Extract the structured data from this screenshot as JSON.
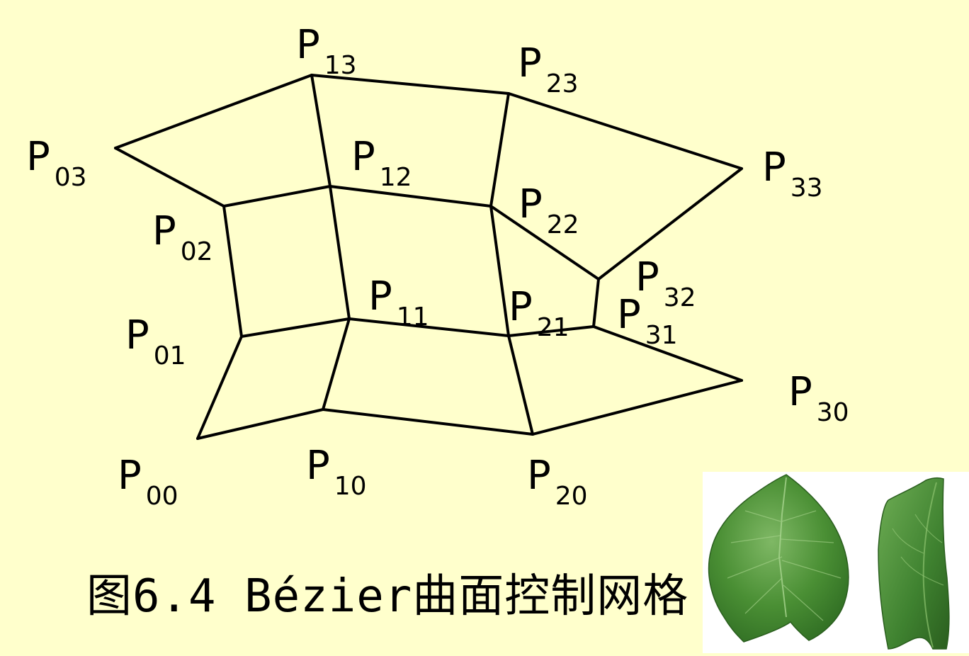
{
  "caption": "图6.4 Bézier曲面控制网格",
  "points": [
    {
      "id": "P00",
      "letter": "P",
      "sub": "00"
    },
    {
      "id": "P10",
      "letter": "P",
      "sub": "10"
    },
    {
      "id": "P20",
      "letter": "P",
      "sub": "20"
    },
    {
      "id": "P30",
      "letter": "P",
      "sub": "30"
    },
    {
      "id": "P01",
      "letter": "P",
      "sub": "01"
    },
    {
      "id": "P11",
      "letter": "P",
      "sub": "11"
    },
    {
      "id": "P21",
      "letter": "P",
      "sub": "21"
    },
    {
      "id": "P31",
      "letter": "P",
      "sub": "31"
    },
    {
      "id": "P02",
      "letter": "P",
      "sub": "02"
    },
    {
      "id": "P12",
      "letter": "P",
      "sub": "12"
    },
    {
      "id": "P22",
      "letter": "P",
      "sub": "22"
    },
    {
      "id": "P32",
      "letter": "P",
      "sub": "32"
    },
    {
      "id": "P03",
      "letter": "P",
      "sub": "03"
    },
    {
      "id": "P13",
      "letter": "P",
      "sub": "13"
    },
    {
      "id": "P23",
      "letter": "P",
      "sub": "23"
    },
    {
      "id": "P33",
      "letter": "P",
      "sub": "33"
    }
  ],
  "colors": {
    "background": "#FFFFCC",
    "lines": "#000000",
    "leaf_dark": "#2E6B22",
    "leaf_mid": "#4A8F34",
    "leaf_light": "#7FB865",
    "panel": "#FFFFFF"
  }
}
